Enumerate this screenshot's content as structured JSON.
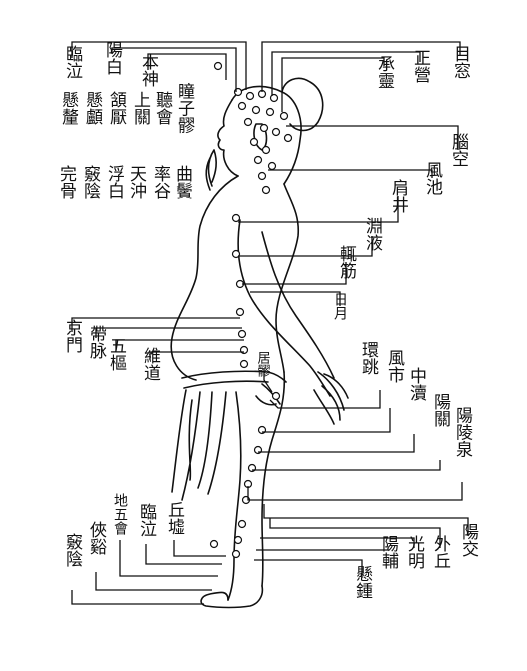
{
  "diagram": {
    "subject": "Gallbladder meridian of foot Shaoyang, lateral body view",
    "left_labels": [
      {
        "id": "toulinqi",
        "text": "臨泣"
      },
      {
        "id": "yangbai",
        "text": "陽白"
      },
      {
        "id": "benshen",
        "text": "本神"
      },
      {
        "id": "xuanli",
        "text": "懸釐"
      },
      {
        "id": "xuanlu",
        "text": "懸顱"
      },
      {
        "id": "hanyan",
        "text": "頷厭"
      },
      {
        "id": "shangguan",
        "text": "上關"
      },
      {
        "id": "tinghui",
        "text": "聽會"
      },
      {
        "id": "tongziliao",
        "text": "瞳子髎"
      },
      {
        "id": "wangu",
        "text": "完骨"
      },
      {
        "id": "qiaoyin",
        "text": "竅陰"
      },
      {
        "id": "fubai",
        "text": "浮白"
      },
      {
        "id": "tianchong",
        "text": "天沖"
      },
      {
        "id": "shuaigu",
        "text": "率谷"
      },
      {
        "id": "qubin",
        "text": "曲鬢"
      },
      {
        "id": "jingmen",
        "text": "京門"
      },
      {
        "id": "daimai",
        "text": "帶脉"
      },
      {
        "id": "wushu",
        "text": "五樞"
      },
      {
        "id": "weidao",
        "text": "維道"
      },
      {
        "id": "juliao",
        "text": "居髎"
      },
      {
        "id": "zuqiaoyin",
        "text": "竅陰"
      },
      {
        "id": "xiaxi",
        "text": "俠谿"
      },
      {
        "id": "diwuhui",
        "text": "地五會"
      },
      {
        "id": "zulinqi",
        "text": "臨泣"
      },
      {
        "id": "qiuxu",
        "text": "丘墟"
      }
    ],
    "right_labels": [
      {
        "id": "muchuang",
        "text": "目窓"
      },
      {
        "id": "zhengying",
        "text": "正營"
      },
      {
        "id": "chengling",
        "text": "承靈"
      },
      {
        "id": "naokong",
        "text": "腦空"
      },
      {
        "id": "fengchi",
        "text": "風池"
      },
      {
        "id": "jianjing",
        "text": "肩井"
      },
      {
        "id": "yuanye",
        "text": "淵液"
      },
      {
        "id": "zhejin",
        "text": "輒筋"
      },
      {
        "id": "riyue",
        "text": "日月"
      },
      {
        "id": "huantiao",
        "text": "環跳"
      },
      {
        "id": "fengshi",
        "text": "風市"
      },
      {
        "id": "zhongdu",
        "text": "中瀆"
      },
      {
        "id": "yangguan",
        "text": "陽關"
      },
      {
        "id": "yanglingquan",
        "text": "陽陵泉"
      },
      {
        "id": "yangjiao",
        "text": "陽交"
      },
      {
        "id": "waiqiu",
        "text": "外丘"
      },
      {
        "id": "guangming",
        "text": "光明"
      },
      {
        "id": "yangfu",
        "text": "陽輔"
      },
      {
        "id": "xuanzhong",
        "text": "懸鍾"
      }
    ]
  }
}
